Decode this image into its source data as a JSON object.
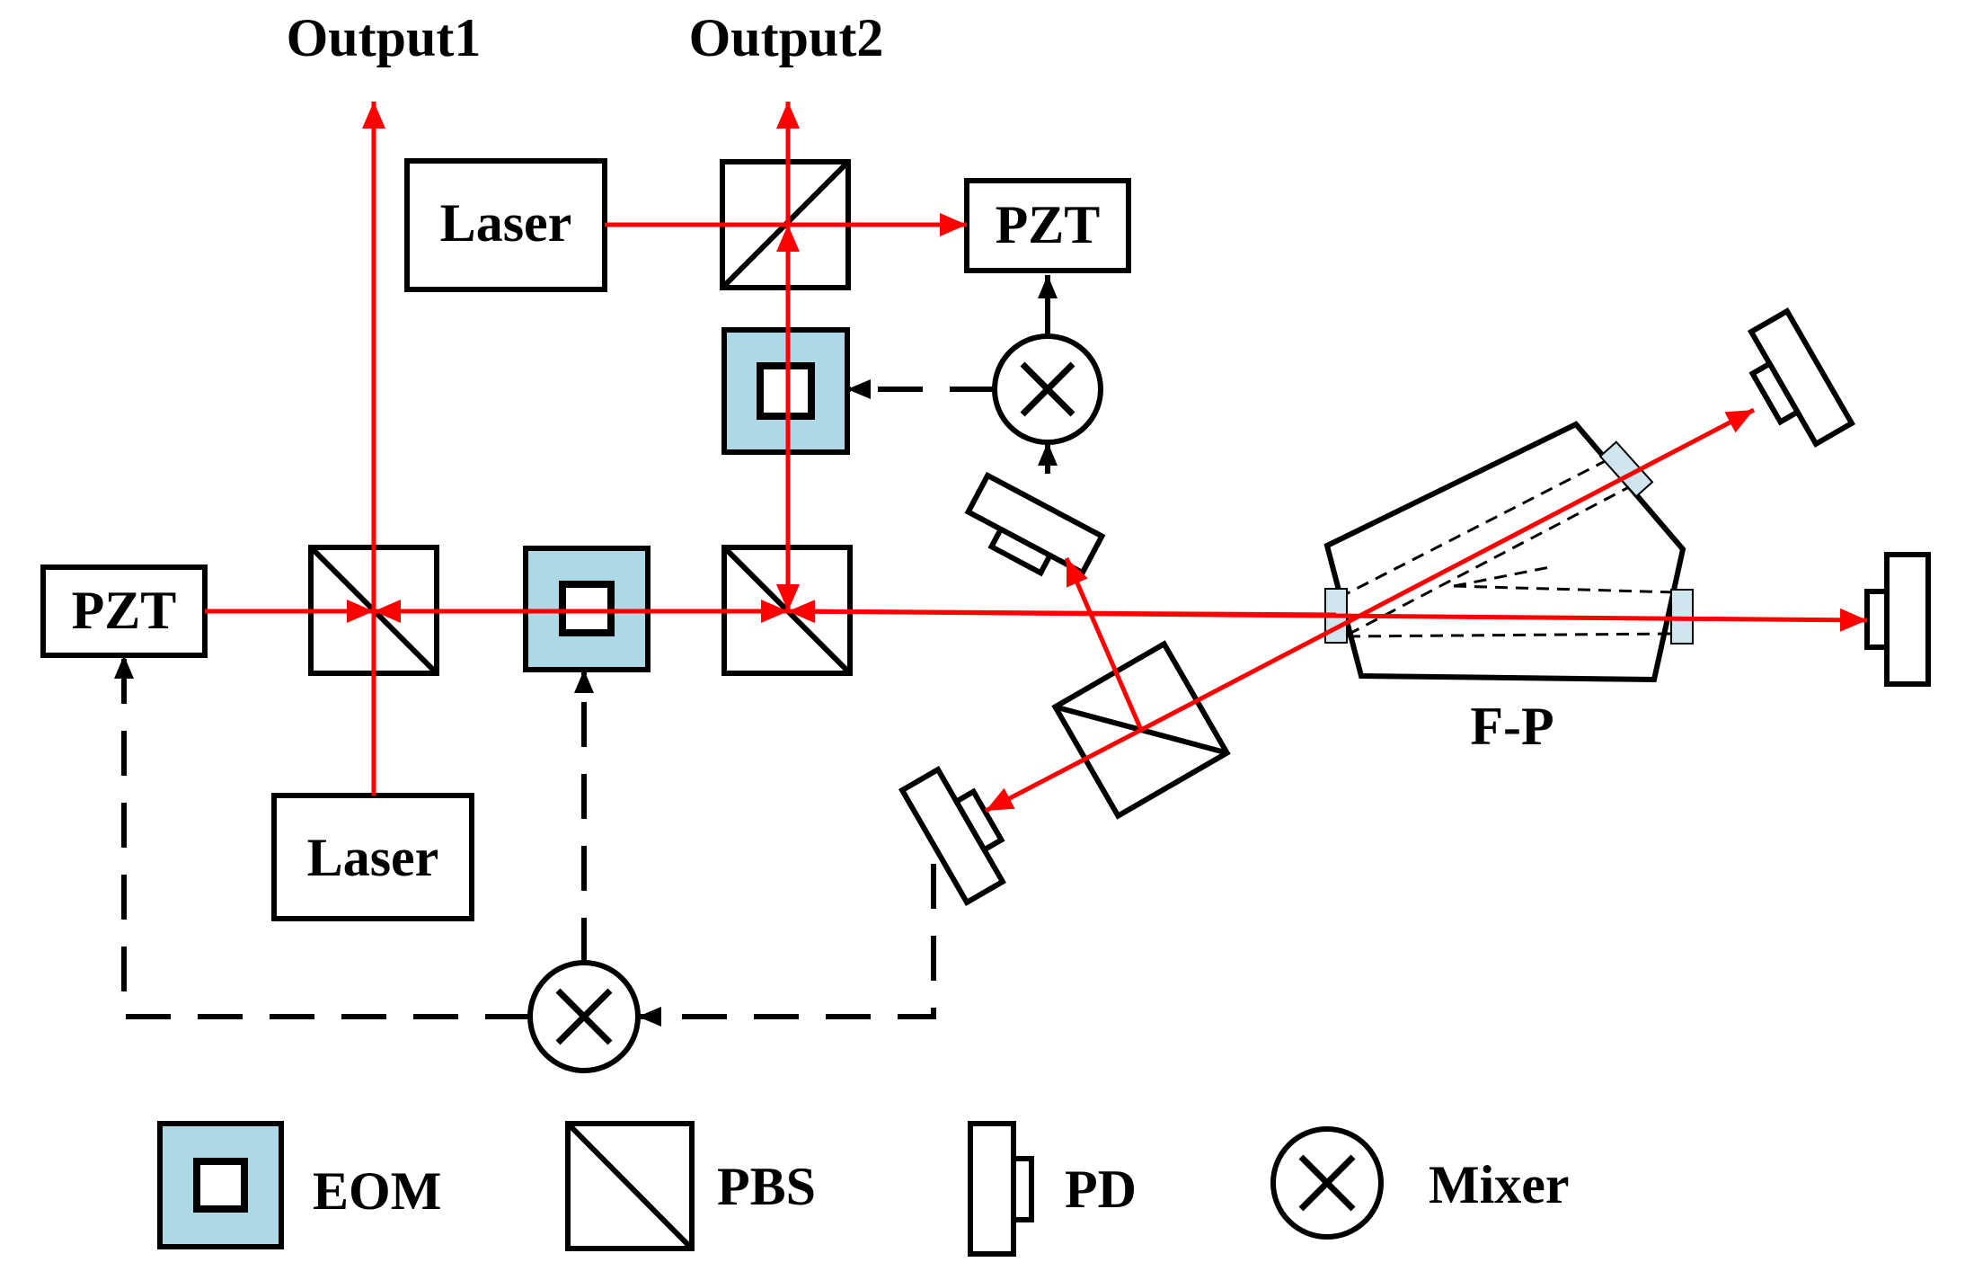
{
  "labels": {
    "output1": "Output1",
    "output2": "Output2",
    "laser_top": "Laser",
    "laser_bottom": "Laser",
    "pzt_right": "PZT",
    "pzt_left": "PZT",
    "fp": "F-P"
  },
  "legend": {
    "eom": "EOM",
    "pbs": "PBS",
    "pd": "PD",
    "mixer": "Mixer"
  },
  "colors": {
    "beam": "#ff0000",
    "eom_fill": "#add8e6",
    "window_fill": "#cfe6ee",
    "line": "#000000"
  }
}
